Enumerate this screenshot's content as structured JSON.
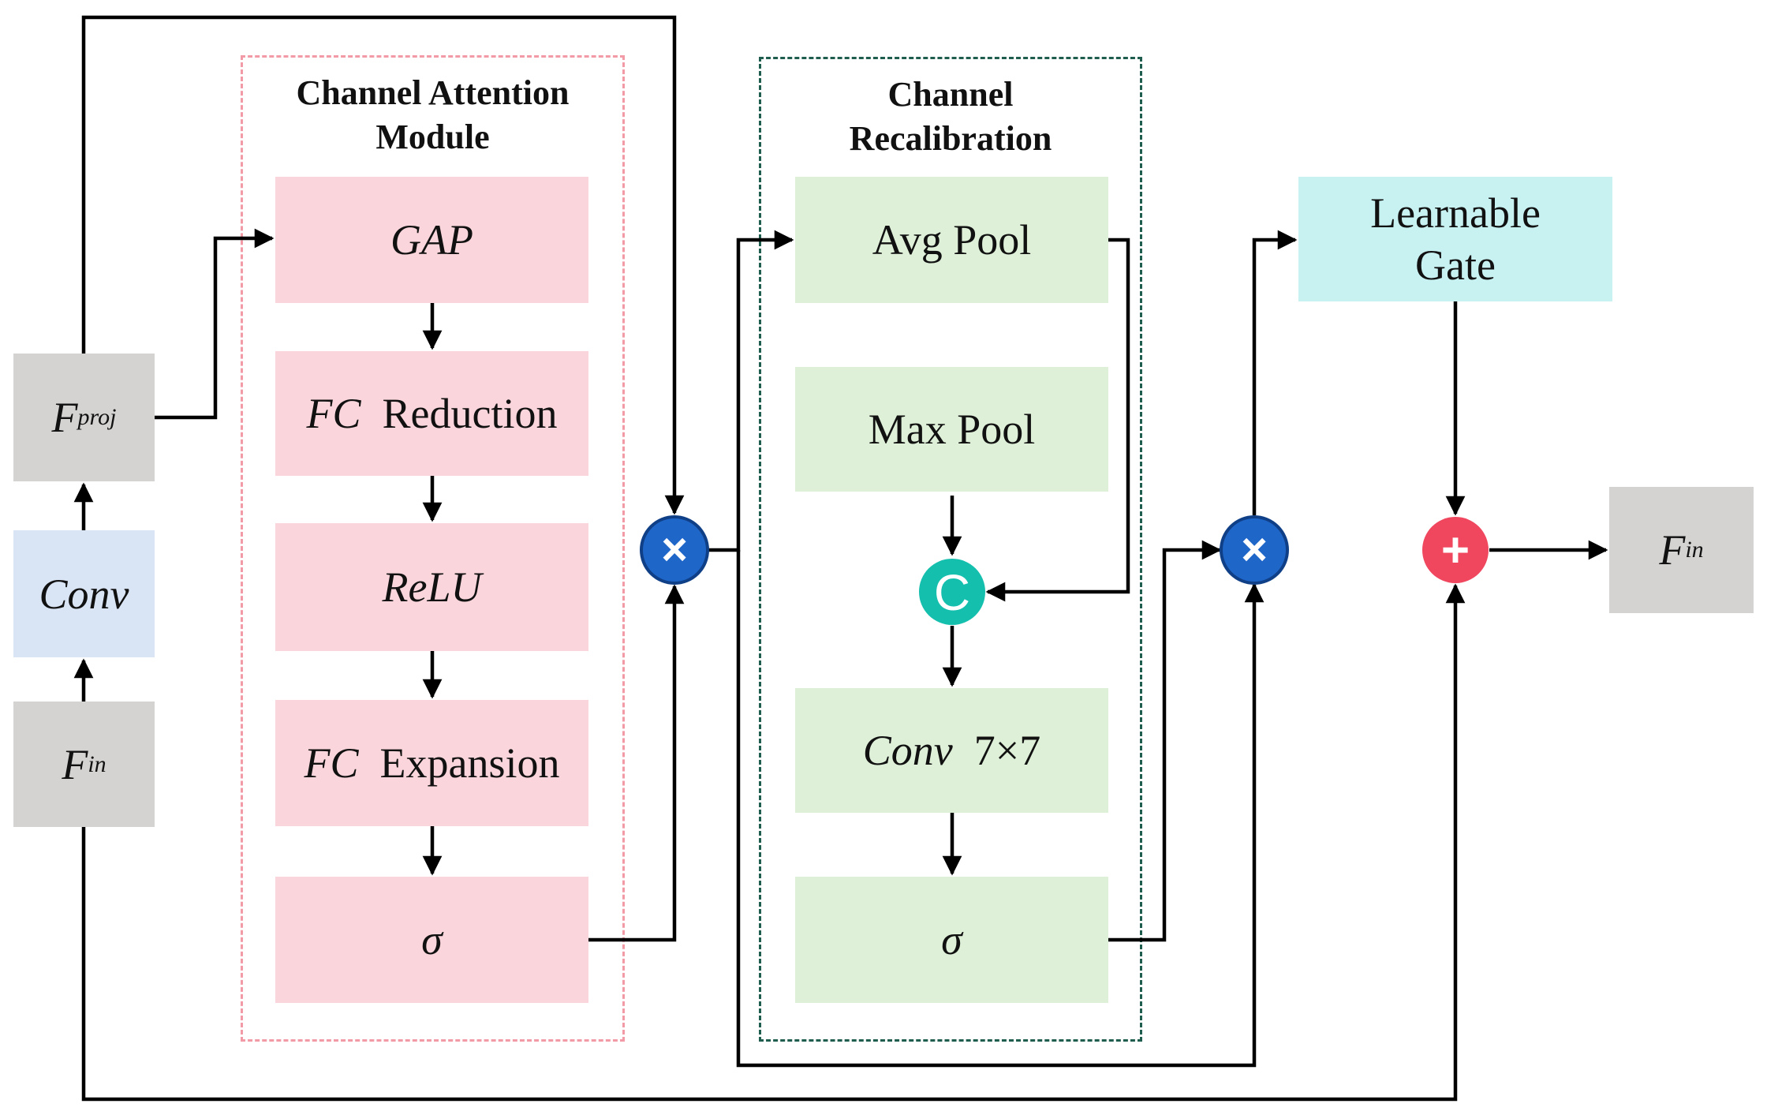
{
  "groups": {
    "attention": {
      "title_line1": "Channel Attention",
      "title_line2": "Module"
    },
    "recalibration": {
      "title_line1": "Channel",
      "title_line2": "Recalibration"
    }
  },
  "nodes": {
    "f_proj": {
      "base": "F",
      "sub": "proj"
    },
    "conv": {
      "text": "Conv"
    },
    "f_in_left": {
      "base": "F",
      "sub": "in"
    },
    "gap": {
      "text": "GAP"
    },
    "fc_reduction": {
      "italic": "FC",
      "text": "Reduction"
    },
    "relu": {
      "text": "ReLU"
    },
    "fc_expansion": {
      "italic": "FC",
      "text": "Expansion"
    },
    "sigma_attention": {
      "text": "σ"
    },
    "avg_pool": {
      "text": "Avg Pool"
    },
    "max_pool": {
      "text": "Max Pool"
    },
    "conv7": {
      "italic": "Conv",
      "text": "7×7"
    },
    "sigma_recal": {
      "text": "σ"
    },
    "learnable_gate": {
      "line1": "Learnable",
      "line2": "Gate"
    },
    "f_in_out": {
      "base": "F",
      "sub": "in"
    }
  },
  "operators": {
    "multiply_1": {
      "symbol": "×"
    },
    "concat": {
      "symbol": "C"
    },
    "multiply_2": {
      "symbol": "×"
    },
    "add": {
      "symbol": "+"
    }
  },
  "colors": {
    "gray_box": "#d4d3d2",
    "conv_box": "#d9e5f5",
    "attention_box": "#fad6dc",
    "recal_box": "#def0d8",
    "gate_box": "#c8f2f2",
    "multiply_op": "#1f66c9",
    "concat_op": "#14bfae",
    "add_op": "#f0465e",
    "attention_frame": "#f29aa6",
    "recal_frame": "#1f5e4e"
  }
}
